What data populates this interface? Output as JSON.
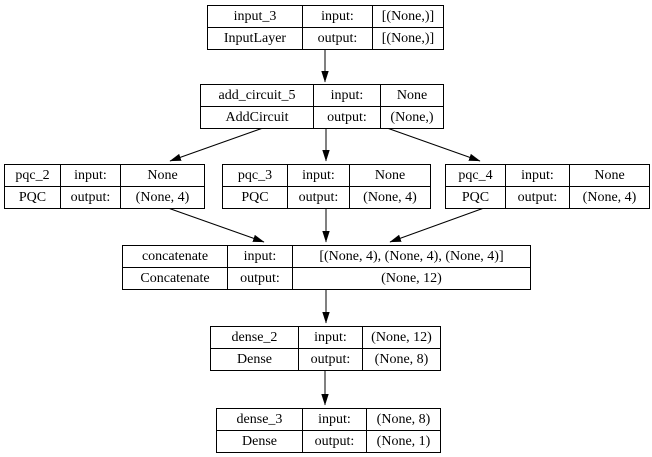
{
  "diagram": {
    "kind": "keras-model-architecture-graph",
    "io_labels": {
      "input": "input:",
      "output": "output:"
    },
    "nodes": [
      {
        "id": "input_3",
        "layer_name": "input_3",
        "layer_class": "InputLayer",
        "input_shape": "[(None,)]",
        "output_shape": "[(None,)]"
      },
      {
        "id": "add_circuit_5",
        "layer_name": "add_circuit_5",
        "layer_class": "AddCircuit",
        "input_shape": "None",
        "output_shape": "(None,)"
      },
      {
        "id": "pqc_2",
        "layer_name": "pqc_2",
        "layer_class": "PQC",
        "input_shape": "None",
        "output_shape": "(None, 4)"
      },
      {
        "id": "pqc_3",
        "layer_name": "pqc_3",
        "layer_class": "PQC",
        "input_shape": "None",
        "output_shape": "(None, 4)"
      },
      {
        "id": "pqc_4",
        "layer_name": "pqc_4",
        "layer_class": "PQC",
        "input_shape": "None",
        "output_shape": "(None, 4)"
      },
      {
        "id": "concatenate",
        "layer_name": "concatenate",
        "layer_class": "Concatenate",
        "input_shape": "[(None, 4), (None, 4), (None, 4)]",
        "output_shape": "(None, 12)"
      },
      {
        "id": "dense_2",
        "layer_name": "dense_2",
        "layer_class": "Dense",
        "input_shape": "(None, 12)",
        "output_shape": "(None, 8)"
      },
      {
        "id": "dense_3",
        "layer_name": "dense_3",
        "layer_class": "Dense",
        "input_shape": "(None, 8)",
        "output_shape": "(None, 1)"
      }
    ],
    "edges": [
      {
        "from": "input_3",
        "to": "add_circuit_5"
      },
      {
        "from": "add_circuit_5",
        "to": "pqc_2"
      },
      {
        "from": "add_circuit_5",
        "to": "pqc_3"
      },
      {
        "from": "add_circuit_5",
        "to": "pqc_4"
      },
      {
        "from": "pqc_2",
        "to": "concatenate"
      },
      {
        "from": "pqc_3",
        "to": "concatenate"
      },
      {
        "from": "pqc_4",
        "to": "concatenate"
      },
      {
        "from": "concatenate",
        "to": "dense_2"
      },
      {
        "from": "dense_2",
        "to": "dense_3"
      }
    ],
    "colors": {
      "background": "#ffffff",
      "node_fill": "#ffffff",
      "node_border": "#000000",
      "edge": "#000000",
      "text": "#000000"
    }
  }
}
